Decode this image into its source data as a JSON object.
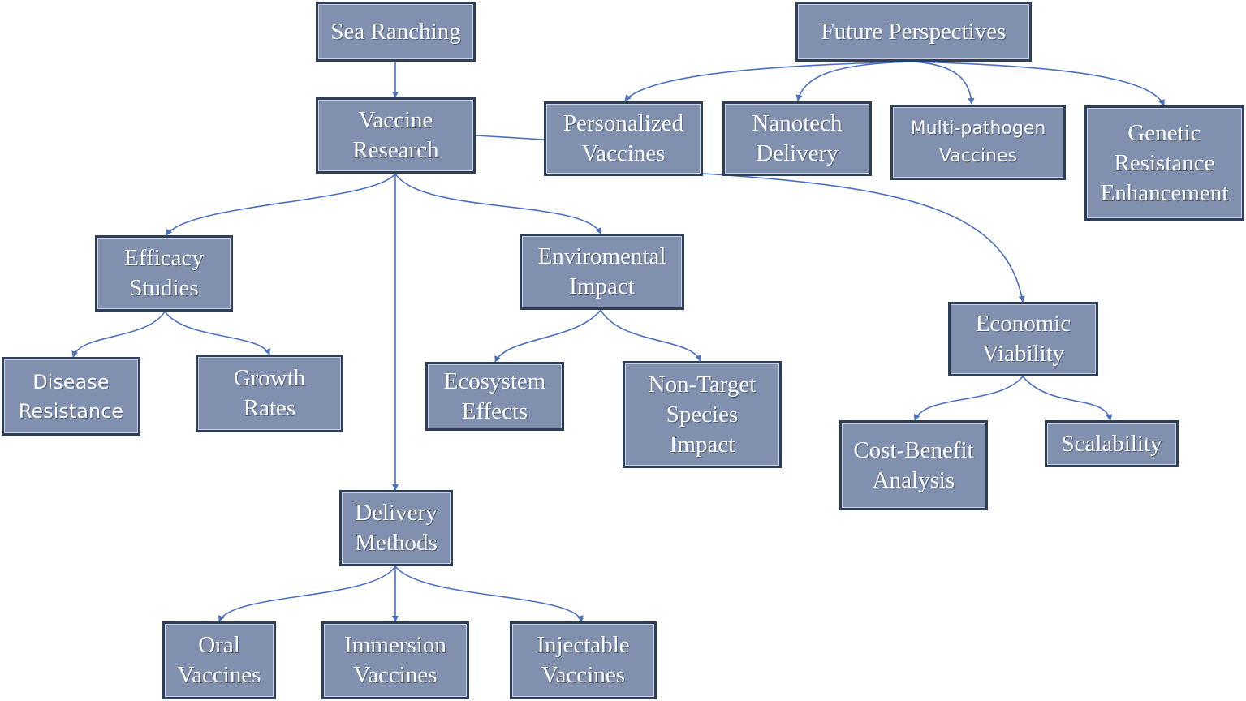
{
  "nodes": {
    "sea_ranching": "Sea Ranching",
    "future_perspectives": "Future Perspectives",
    "vaccine_research": "Vaccine\nResearch",
    "personalized_vaccines": "Personalized\nVaccines",
    "nanotech_delivery": "Nanotech\nDelivery",
    "multi_pathogen_vaccines": "Multi-pathogen\nVaccines",
    "genetic_resistance_enhancement": "Genetic\nResistance\nEnhancement",
    "efficacy_studies": "Efficacy\nStudies",
    "environmental_impact": "Enviromental\nImpact",
    "economic_viability": "Economic\nViability",
    "disease_resistance": "Disease\nResistance",
    "growth_rates": "Growth\nRates",
    "ecosystem_effects": "Ecosystem\nEffects",
    "non_target_species_impact": "Non-Target\nSpecies\nImpact",
    "cost_benefit_analysis": "Cost-Benefit\nAnalysis",
    "scalability": "Scalability",
    "delivery_methods": "Delivery\nMethods",
    "oral_vaccines": "Oral\nVaccines",
    "immersion_vaccines": "Immersion\nVaccines",
    "injectable_vaccines": "Injectable\nVaccines"
  },
  "colors": {
    "node_fill": "#8090ae",
    "node_border": "#2f3e57",
    "connector": "#4a6fc0",
    "text": "#ffffff"
  }
}
